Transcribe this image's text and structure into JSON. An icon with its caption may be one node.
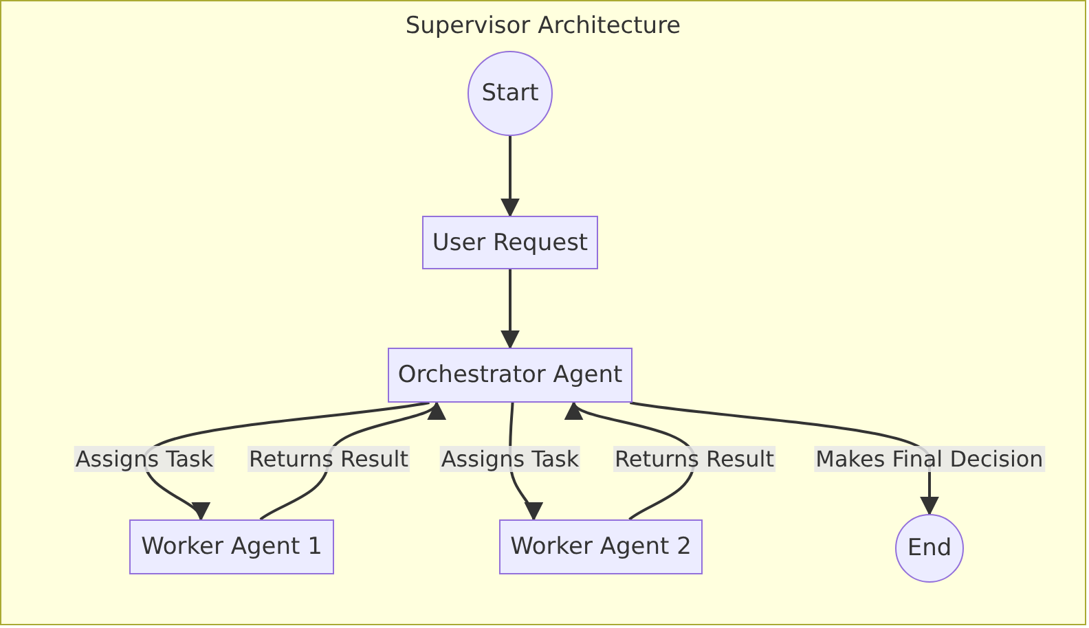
{
  "diagram": {
    "nodes": [
      {
        "text": [
          "Supervisor Architecture"
        ]
      },
      {
        "text": [
          "Start"
        ],
        "in": 0
      },
      {
        "text": [
          "User Request"
        ],
        "in": 0
      },
      {
        "text": [
          "Orchestrator Agent"
        ],
        "in": 0
      },
      {
        "text": [
          "Worker Agent 1"
        ],
        "in": 0
      },
      {
        "text": [
          "Worker Agent 2"
        ],
        "in": 0
      },
      {
        "text": [
          "End"
        ],
        "in": 0
      }
    ],
    "edges": [
      {
        "from": 1,
        "to": 2,
        "arrow": "to"
      },
      {
        "from": 2,
        "to": 3,
        "arrow": "to"
      },
      {
        "from": 3,
        "to": 4,
        "arrow": "to",
        "label": "Assigns Task"
      },
      {
        "from": 4,
        "to": 3,
        "arrow": "to",
        "label": "Returns Result"
      },
      {
        "from": 3,
        "to": 5,
        "arrow": "to",
        "label": "Assigns Task"
      },
      {
        "from": 5,
        "to": 3,
        "arrow": "to",
        "label": "Returns Result"
      },
      {
        "from": 3,
        "to": 6,
        "arrow": "to",
        "label": "Makes Final Decision"
      }
    ]
  }
}
